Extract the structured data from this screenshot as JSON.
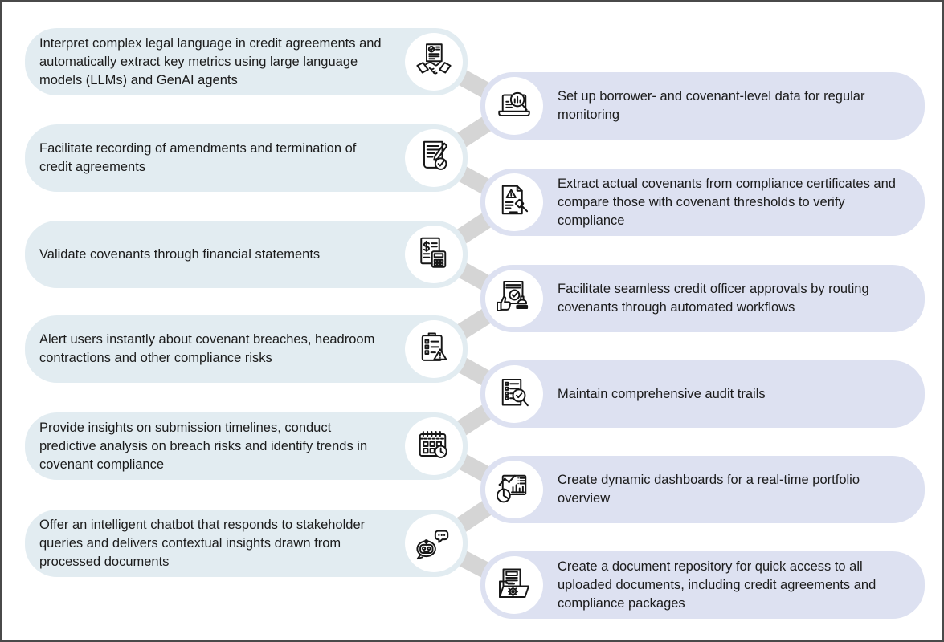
{
  "page": {
    "background": "#ffffff",
    "border_color": "#4a4a4a",
    "text_color": "#1b1b1b"
  },
  "connector": {
    "color": "#d5d5d5"
  },
  "left_column": {
    "color": "#e2ecf1",
    "items": [
      {
        "icon": "contract-handshake-icon",
        "text": "Interpret complex legal language in credit agreements and automatically extract key metrics using large language models (LLMs) and GenAI agents"
      },
      {
        "icon": "amendment-signature-icon",
        "text": "Facilitate recording of amendments and termination of credit agreements"
      },
      {
        "icon": "financial-statement-calculator-icon",
        "text": "Validate covenants through financial statements"
      },
      {
        "icon": "alert-clipboard-icon",
        "text": "Alert users instantly about covenant breaches, headroom contractions and other compliance risks"
      },
      {
        "icon": "calendar-clock-icon",
        "text": "Provide insights on submission timelines, conduct predictive analysis on breach risks and identify trends in covenant compliance"
      },
      {
        "icon": "chatbot-icon",
        "text": "Offer an intelligent chatbot that responds to stakeholder queries and delivers contextual insights drawn from processed documents"
      }
    ]
  },
  "right_column": {
    "color": "#dde1f1",
    "items": [
      {
        "icon": "laptop-analytics-search-icon",
        "text": "Set up borrower- and covenant-level data for regular monitoring"
      },
      {
        "icon": "compliance-gavel-document-icon",
        "text": "Extract actual covenants from compliance certificates and compare those with covenant thresholds to verify compliance"
      },
      {
        "icon": "approval-stamp-icon",
        "text": "Facilitate seamless credit officer approvals by routing covenants through automated workflows"
      },
      {
        "icon": "audit-checklist-magnifier-icon",
        "text": "Maintain comprehensive audit trails"
      },
      {
        "icon": "dashboard-charts-icon",
        "text": "Create dynamic dashboards for a real-time portfolio overview"
      },
      {
        "icon": "document-repository-folder-icon",
        "text": "Create a document repository for quick access to all uploaded documents, including credit agreements and compliance packages"
      }
    ]
  }
}
